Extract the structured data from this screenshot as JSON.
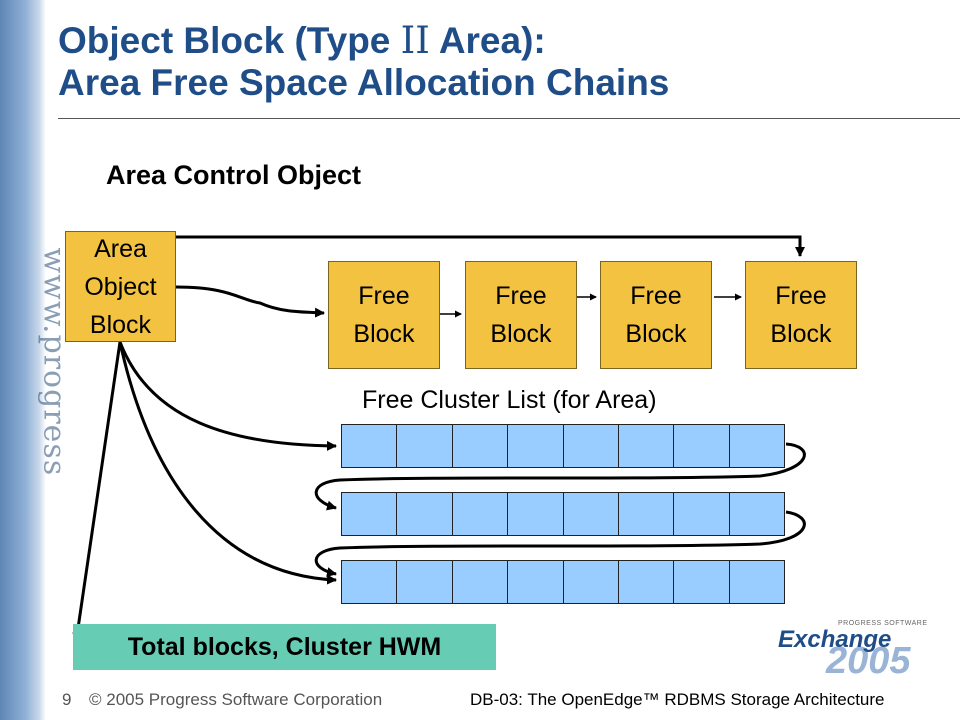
{
  "slide": {
    "title_line1_pre": "Object Block (Type ",
    "title_roman": "II",
    "title_line1_post": " Area):",
    "title_line2": "Area Free Space Allocation Chains",
    "subheading": "Area Control Object",
    "watermark": "www.progress"
  },
  "diagram": {
    "area_object_block": {
      "line1": "Area",
      "line2": "Object",
      "line3": "Block"
    },
    "free_blocks": [
      {
        "line1": "Free",
        "line2": "Block"
      },
      {
        "line1": "Free",
        "line2": "Block"
      },
      {
        "line1": "Free",
        "line2": "Block"
      },
      {
        "line1": "Free",
        "line2": "Block"
      }
    ],
    "free_cluster_list_label": "Free Cluster List (for Area)",
    "cluster_rows": 3,
    "cells_per_row": 8,
    "hwm_box": "Total blocks, Cluster HWM",
    "colors": {
      "block_fill": "#f2c240",
      "cell_fill": "#99ccff",
      "hwm_fill": "#66ccb4",
      "title_color": "#1f4d88"
    }
  },
  "footer": {
    "page_number": "9",
    "copyright": "© 2005 Progress Software Corporation",
    "course": "DB-03: The OpenEdge™ RDBMS Storage Architecture"
  },
  "logo": {
    "small_text": "PROGRESS SOFTWARE",
    "word": "Exchange",
    "year": "2005"
  }
}
